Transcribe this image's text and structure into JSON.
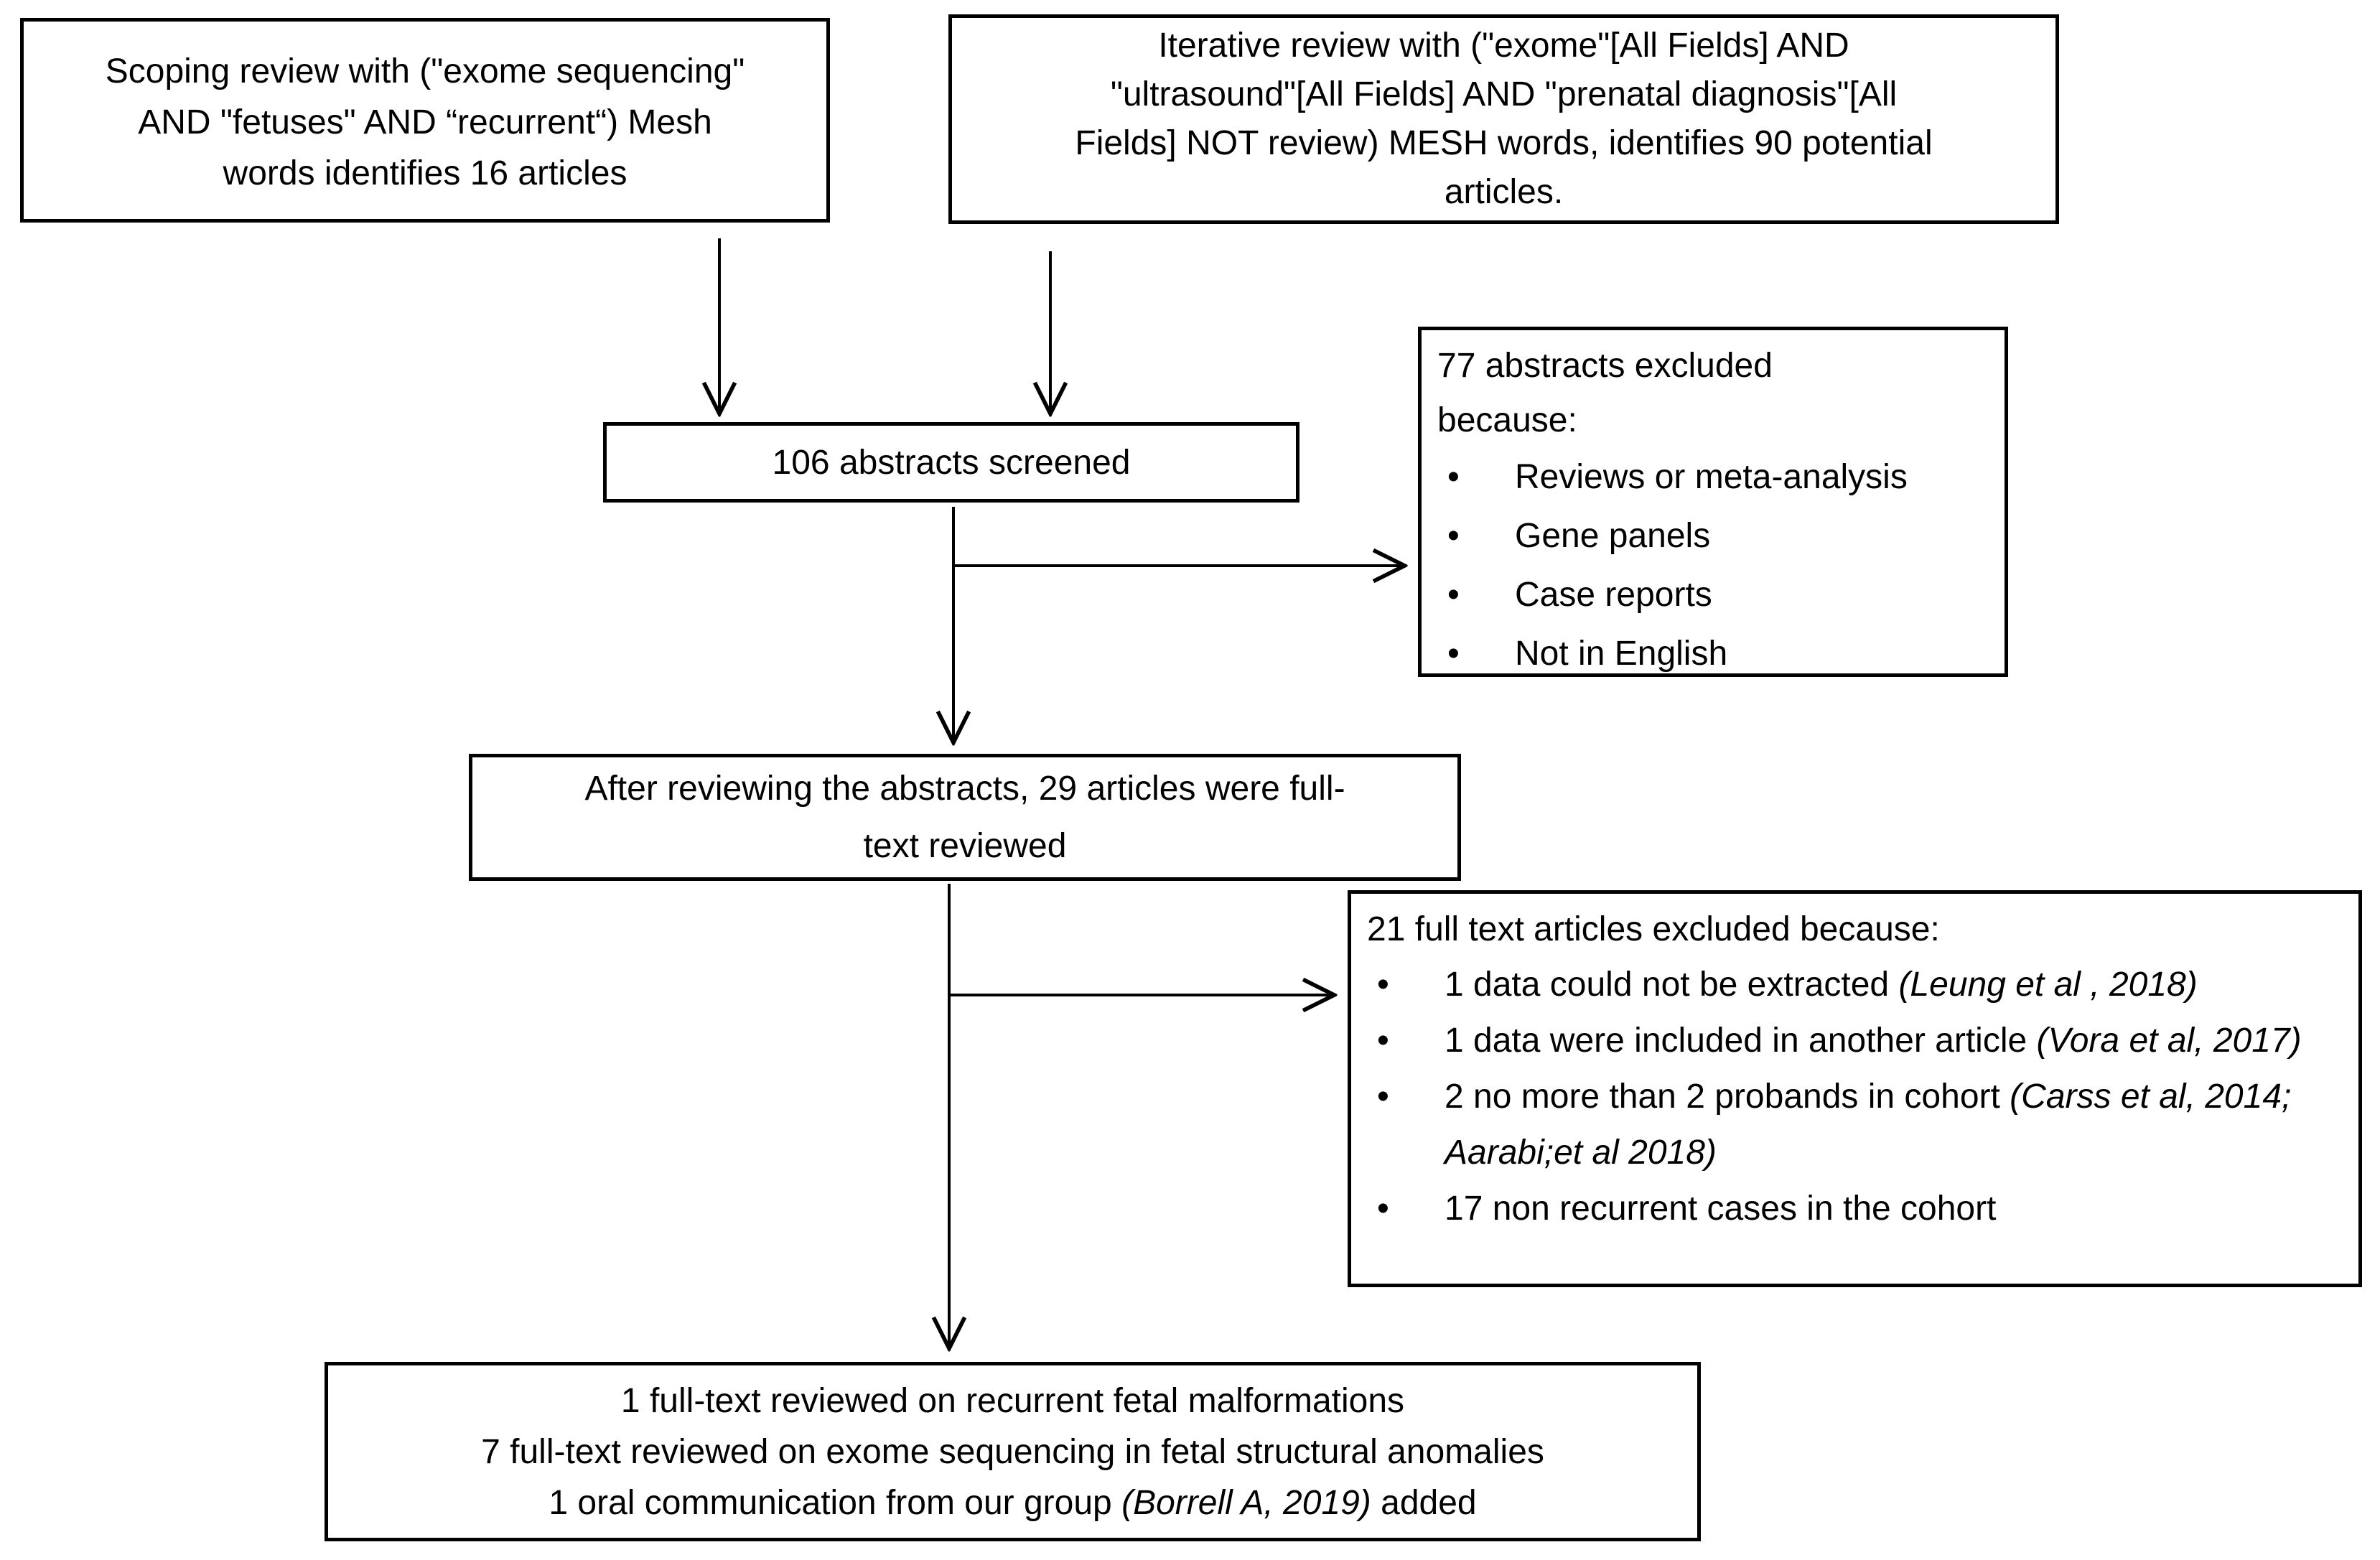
{
  "colors": {
    "ink": "#000000",
    "paper": "#ffffff"
  },
  "glyphs": {
    "bullet": "•"
  },
  "boxes": {
    "scoping": {
      "lines": [
        "Scoping review with (\"exome sequencing\"",
        "AND \"fetuses\" AND “recurrent“) Mesh",
        "words identifies 16 articles"
      ]
    },
    "iterative": {
      "lines": [
        "Iterative review with (\"exome\"[All Fields] AND",
        "\"ultrasound\"[All Fields] AND \"prenatal diagnosis\"[All",
        "Fields] NOT review) MESH words, identifies 90 potential",
        "articles."
      ]
    },
    "screened": {
      "text": "106 abstracts screened"
    },
    "abstracts_excluded": {
      "heading_lines": [
        "77 abstracts excluded",
        "because:"
      ],
      "bullets": [
        "Reviews or meta-analysis",
        "Gene panels",
        "Case reports",
        "Not in English"
      ]
    },
    "fulltext_review": {
      "lines": [
        "After reviewing the abstracts, 29 articles were full-",
        "text reviewed"
      ]
    },
    "fulltext_excluded": {
      "heading": "21 full text articles excluded because:",
      "bullets": [
        {
          "text": "1 data could not be extracted ",
          "citation": "(Leung et al , 2018)"
        },
        {
          "text": "1 data were included in another article ",
          "citation": "(Vora et al, 2017)"
        },
        {
          "text": "2 no more than 2 probands in cohort ",
          "citation": "(Carss et al, 2014; Aarabi;et al 2018)"
        },
        {
          "text": "17 non recurrent cases in the cohort",
          "citation": ""
        }
      ]
    },
    "included": {
      "lines": [
        {
          "pre": "1 full-text reviewed on recurrent fetal malformations",
          "italic": "",
          "post": ""
        },
        {
          "pre": "7 full-text reviewed on exome sequencing in fetal structural anomalies",
          "italic": "",
          "post": ""
        },
        {
          "pre": "1 oral communication from our group ",
          "italic": "(Borrell A, 2019)",
          "post": " added"
        }
      ]
    }
  }
}
